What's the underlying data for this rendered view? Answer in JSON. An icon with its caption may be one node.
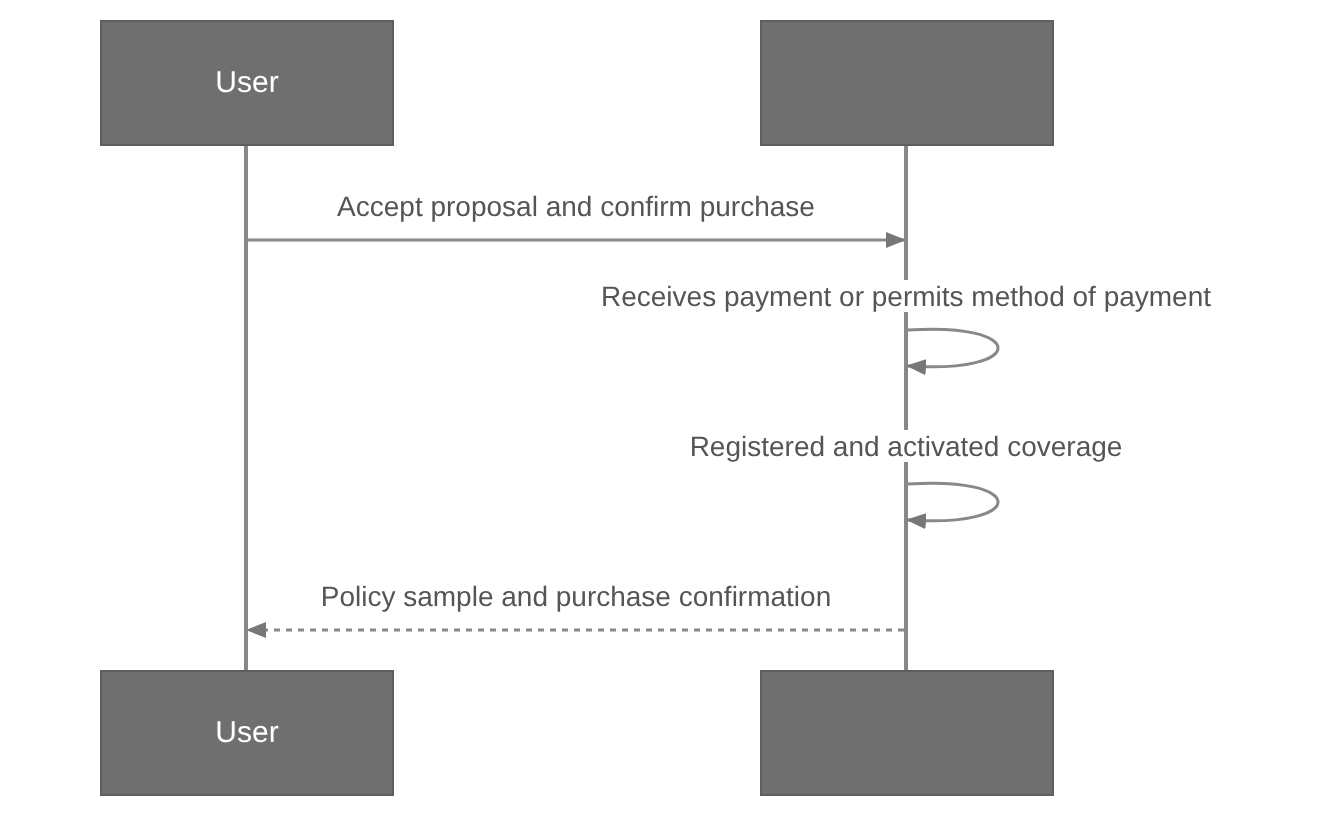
{
  "diagram": {
    "nodes": [
      {
        "text": [
          "User"
        ]
      },
      {
        "text": [],
        "shape": "box"
      },
      {
        "text": [
          "User"
        ]
      },
      {
        "text": [],
        "shape": "box"
      },
      {
        "text": [],
        "shape": "bar"
      },
      {
        "text": [],
        "shape": "bar"
      }
    ],
    "edges": [
      {
        "from": 4,
        "to": 5,
        "arrow": "to",
        "label": "Accept proposal and confirm purchase"
      },
      {
        "from": 5,
        "to": 5,
        "arrow": "to",
        "label": "Receives payment or permits method of payment"
      },
      {
        "from": 5,
        "to": 5,
        "arrow": "to",
        "label": "Registered and activated coverage"
      },
      {
        "from": 5,
        "to": 4,
        "arrow": "to",
        "label": "Policy sample and purchase confirmation",
        "style": "dashed"
      }
    ]
  }
}
